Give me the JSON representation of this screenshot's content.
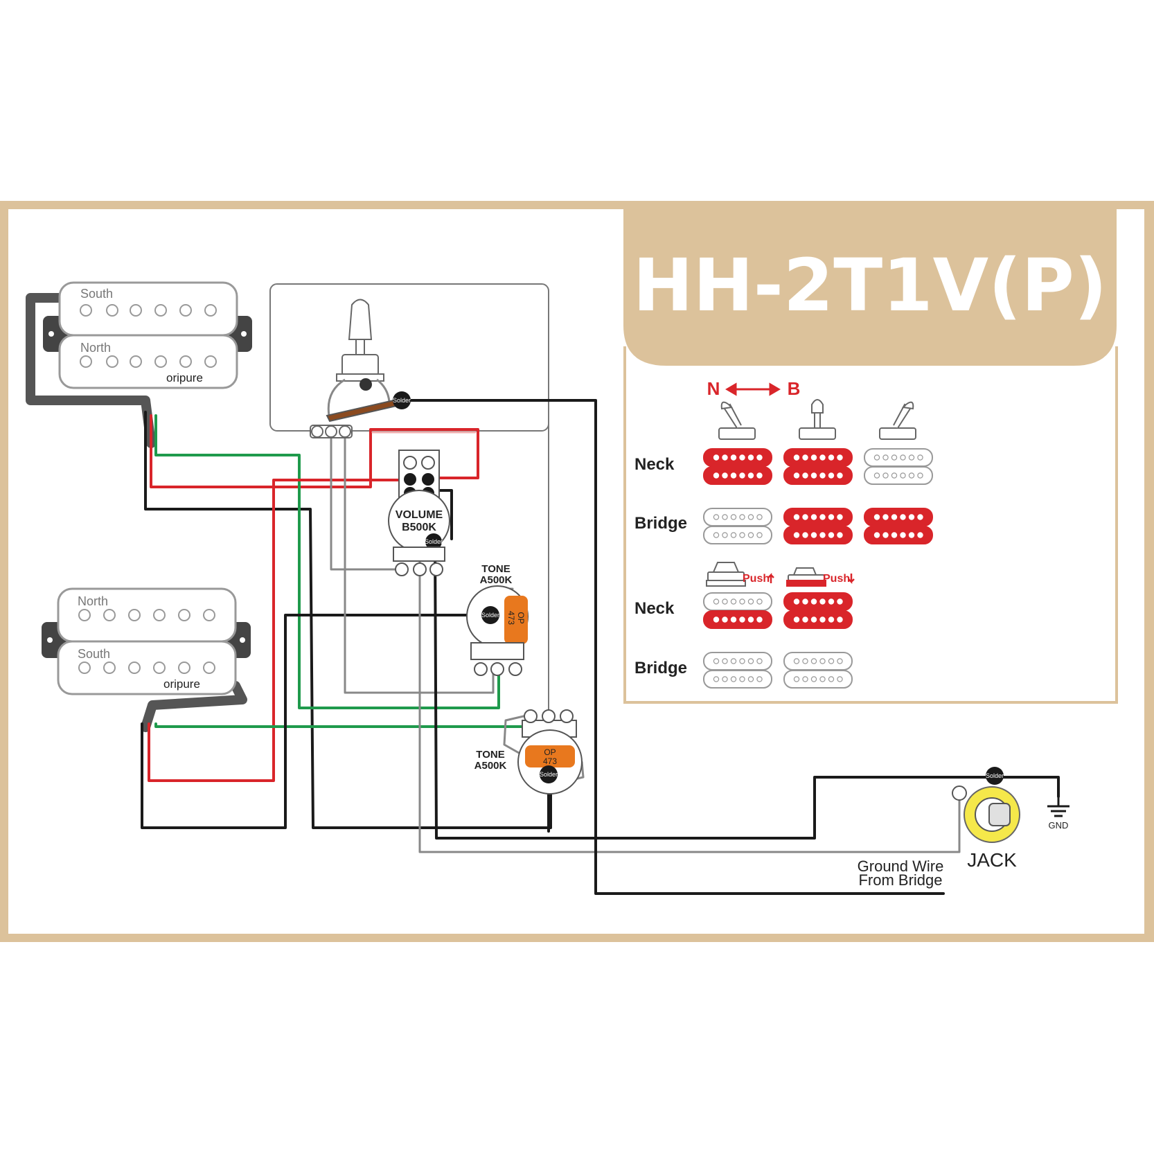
{
  "title": "HH-2T1V(P)",
  "colors": {
    "frame": "#dcc29b",
    "wire_black": "#1a1a1a",
    "wire_red": "#d9252a",
    "wire_green": "#1f9a4c",
    "coil_on": "#d9252a",
    "cap_orange": "#e8781e"
  },
  "pickups": {
    "neck": {
      "top_coil": "South",
      "bottom_coil": "North",
      "brand": "oripure"
    },
    "bridge": {
      "top_coil": "North",
      "bottom_coil": "South",
      "brand": "oripure"
    }
  },
  "components": {
    "volume_line1": "VOLUME",
    "volume_line2": "B500K",
    "tone1_line1": "TONE",
    "tone1_line2": "A500K",
    "tone2_line1": "TONE",
    "tone2_line2": "A500K",
    "cap_brand": "OP",
    "cap_value": "473",
    "solder": "Solder",
    "jack": "JACK",
    "gnd": "GND",
    "ground_wire_line1": "Ground Wire",
    "ground_wire_line2": "From Bridge"
  },
  "legend": {
    "selector_n": "N",
    "selector_b": "B",
    "row_neck": "Neck",
    "row_bridge": "Bridge",
    "push_up": "Push",
    "push_down": "Push",
    "switch_matrix": {
      "neck": [
        [
          "on",
          "on"
        ],
        [
          "on",
          "on"
        ],
        [
          "off",
          "off"
        ]
      ],
      "bridge": [
        [
          "off",
          "off"
        ],
        [
          "on",
          "on"
        ],
        [
          "on",
          "on"
        ]
      ]
    },
    "push_matrix": {
      "neck": [
        [
          "off",
          "on"
        ],
        [
          "on",
          "on"
        ]
      ],
      "bridge": [
        [
          "off",
          "off"
        ],
        [
          "off",
          "off"
        ]
      ]
    }
  }
}
